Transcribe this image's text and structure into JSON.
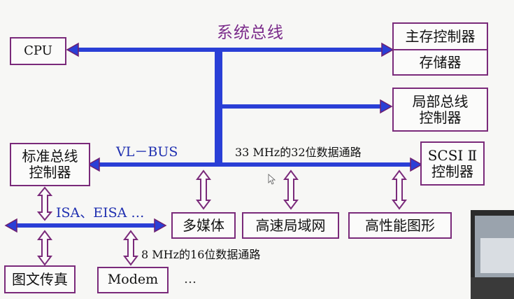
{
  "system_bus_label": "系统总线",
  "cpu_label": "CPU",
  "main_memory_controller": "主存控制器",
  "memory": "存储器",
  "local_bus_controller_line1": "局部总线",
  "local_bus_controller_line2": "控制器",
  "vl_bus_label": "VL－BUS",
  "vl_bus_speed": "33 MHz的32位数据通路",
  "std_bus_controller_line1": "标准总线",
  "std_bus_controller_line2": "控制器",
  "scsi_controller_line1": "SCSI Ⅱ",
  "scsi_controller_line2": "控制器",
  "isa_label": "ISA、EISA …",
  "multimedia": "多媒体",
  "lan": "高速局域网",
  "graphics": "高性能图形",
  "isa_speed": "8 MHz的16位数据通路",
  "fax": "图文传真",
  "modem": "Modem",
  "ellipsis": "…",
  "colors": {
    "bus": "#2a3fd6",
    "bus_outline": "#6e1f6e",
    "box_border": "#7a2a7a",
    "label_purple": "#7a2a8a",
    "label_blue": "#1f2fb0"
  }
}
